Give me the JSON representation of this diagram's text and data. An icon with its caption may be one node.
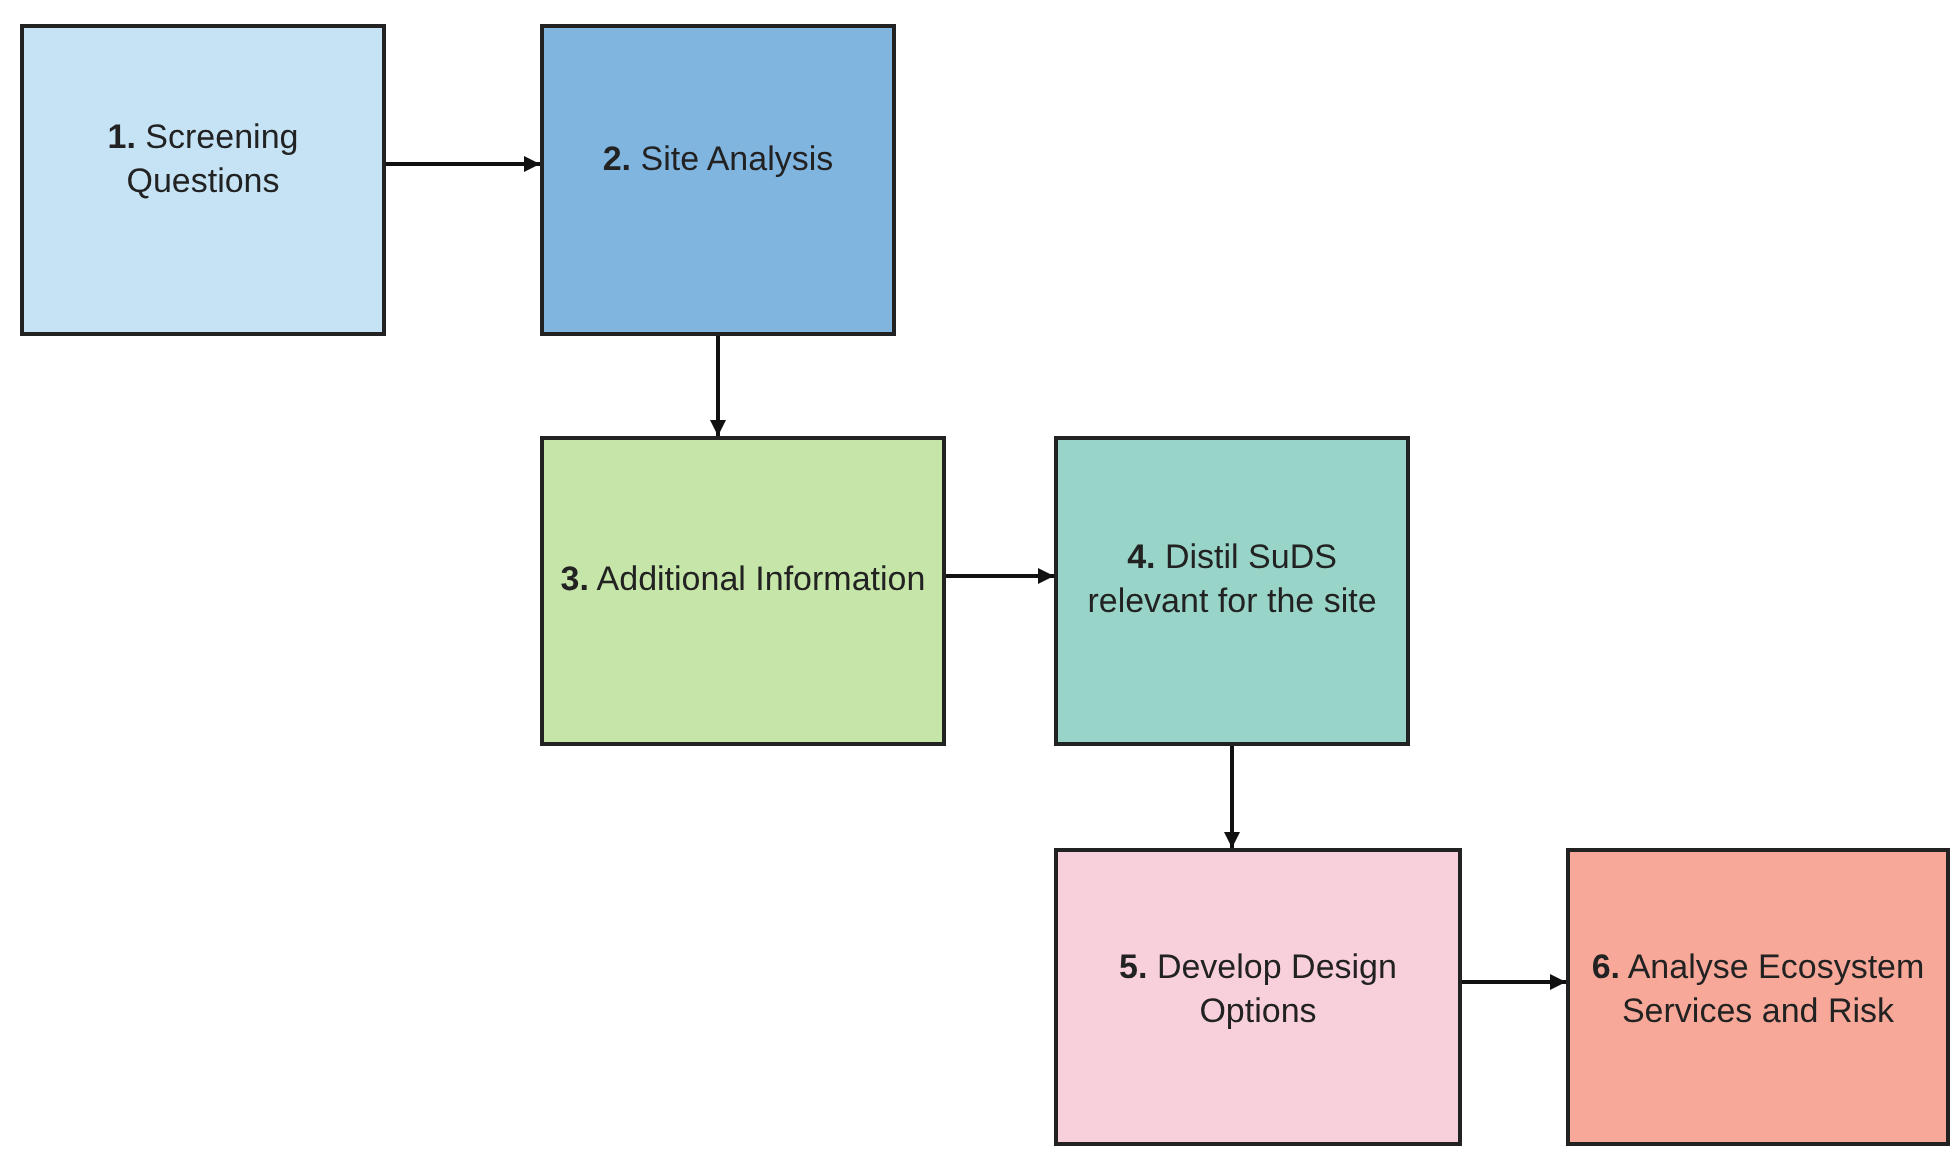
{
  "diagram": {
    "nodes": [
      {
        "text": [
          "**1.** Screening Questions"
        ]
      },
      {
        "text": [
          "**2.** Site Analysis"
        ]
      },
      {
        "text": [
          "**3.** Additional Information"
        ]
      },
      {
        "text": [
          "**4.** Distil SuDS relevant for the site"
        ]
      },
      {
        "text": [
          "**5.** Develop Design Options"
        ]
      },
      {
        "text": [
          "**6.** Analyse Ecosystem Services and Risk"
        ]
      }
    ],
    "edges": [
      {
        "from": 0,
        "to": 1,
        "arrow": "to"
      },
      {
        "from": 1,
        "to": 2,
        "arrow": "to"
      },
      {
        "from": 2,
        "to": 3,
        "arrow": "to"
      },
      {
        "from": 3,
        "to": 4,
        "arrow": "to"
      },
      {
        "from": 4,
        "to": 5,
        "arrow": "to"
      }
    ]
  }
}
